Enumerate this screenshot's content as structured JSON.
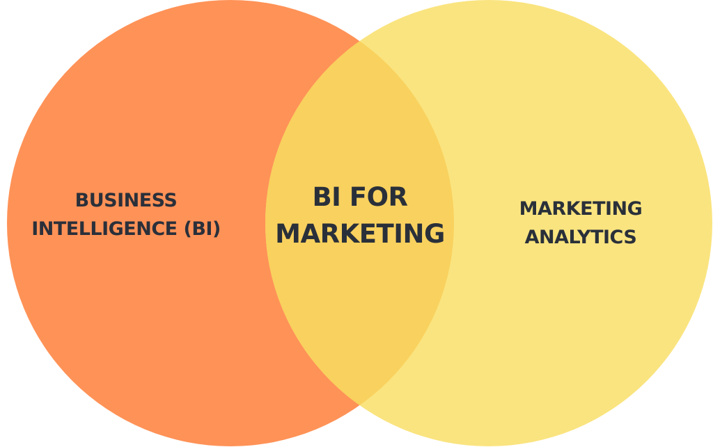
{
  "diagram": {
    "type": "venn",
    "sets": [
      {
        "id": "left",
        "lines": [
          "BUSINESS",
          "INTELLIGENCE (BI)"
        ],
        "color": "#FF9257"
      },
      {
        "id": "right",
        "lines": [
          "MARKETING",
          "ANALYTICS"
        ],
        "color": "#FAE47F"
      }
    ],
    "intersection": {
      "lines": [
        "BI FOR",
        "MARKETING"
      ],
      "color": "#F9D15E"
    },
    "text_color": "#2A303A"
  }
}
